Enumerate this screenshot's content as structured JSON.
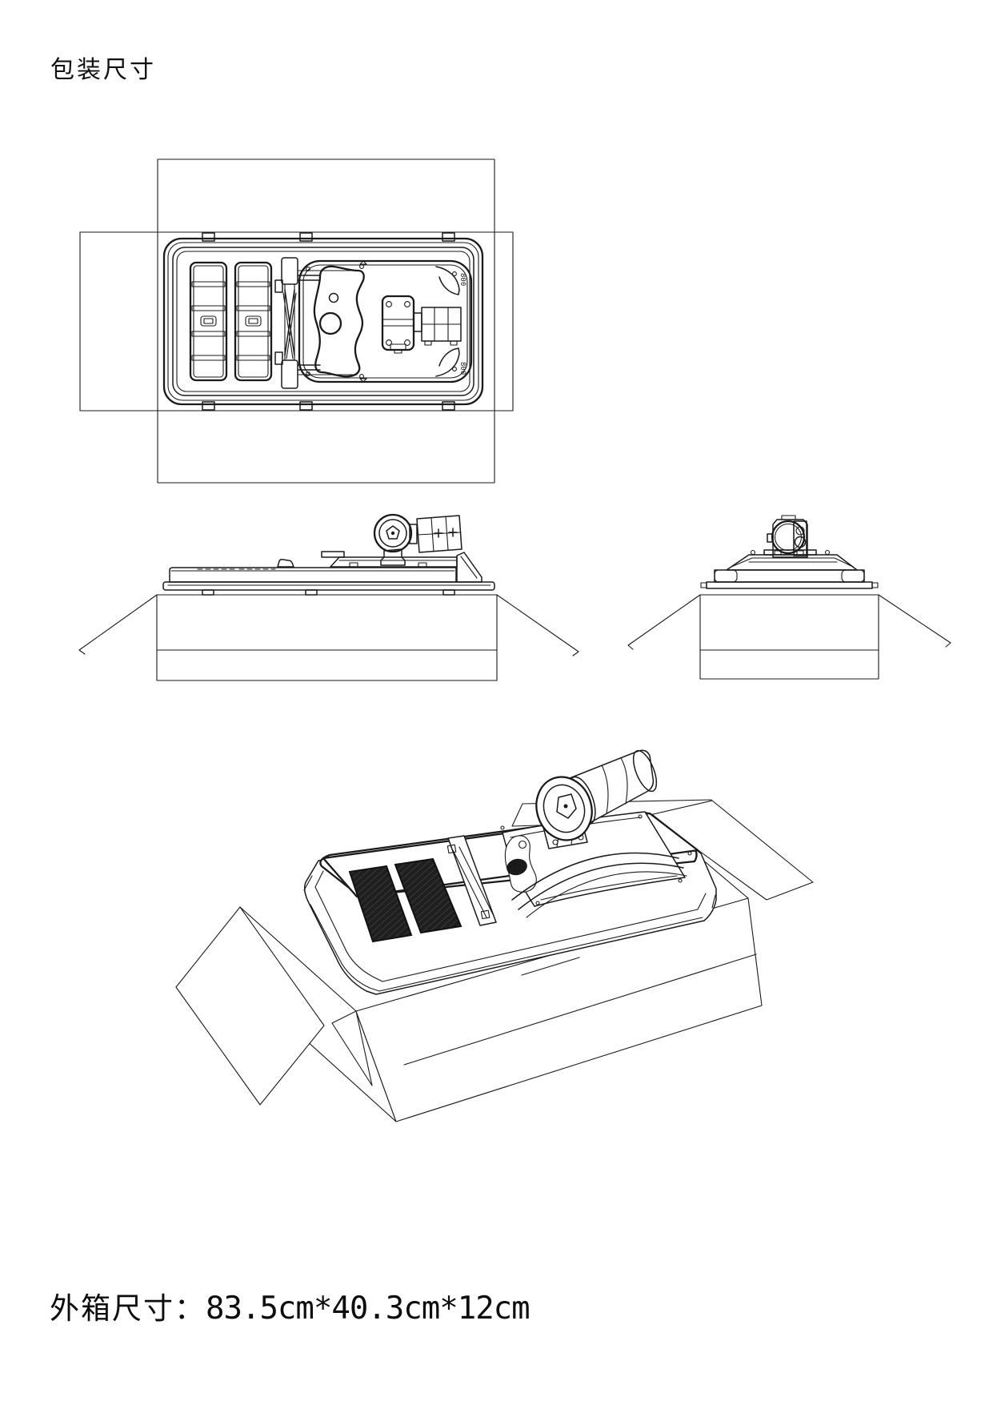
{
  "header": {
    "title": "包装尺寸"
  },
  "footer": {
    "label": "外箱尺寸：",
    "value": "83.5cm*40.3cm*12cm"
  },
  "top_view": {
    "marking": "800"
  },
  "colors": {
    "background": "#ffffff",
    "line": "#1a1a1a",
    "panel_dark": "#1f1f1f"
  }
}
